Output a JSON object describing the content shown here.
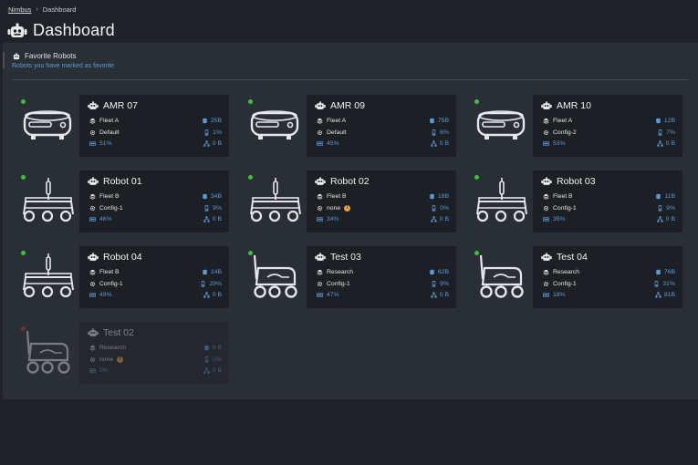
{
  "breadcrumb": {
    "root": "Nimbus",
    "sep": "›",
    "current": "Dashboard"
  },
  "header": {
    "title": "Dashboard",
    "icon": "robot-icon"
  },
  "section": {
    "title": "Favorite Robots",
    "subtitle": "Robots you have marked as favorite"
  },
  "colors": {
    "accent": "#5b9bd5",
    "online": "#3fbf3f",
    "offline": "#c0452b",
    "warning": "#e8a33a"
  },
  "robots": [
    {
      "name": "AMR 07",
      "type": "amr",
      "online": true,
      "fleet": "Fleet A",
      "config": "Default",
      "warn": false,
      "progress": "51%",
      "storage": "25B",
      "battery": "1%",
      "network": "0 B"
    },
    {
      "name": "AMR 09",
      "type": "amr",
      "online": true,
      "fleet": "Fleet A",
      "config": "Default",
      "warn": false,
      "progress": "45%",
      "storage": "75B",
      "battery": "6%",
      "network": "0 B"
    },
    {
      "name": "AMR 10",
      "type": "amr",
      "online": true,
      "fleet": "Fleet A",
      "config": "Config-2",
      "warn": false,
      "progress": "53%",
      "storage": "12B",
      "battery": "7%",
      "network": "0 B"
    },
    {
      "name": "Robot 01",
      "type": "arm",
      "online": true,
      "fleet": "Fleet B",
      "config": "Config-1",
      "warn": false,
      "progress": "46%",
      "storage": "34B",
      "battery": "9%",
      "network": "0 B"
    },
    {
      "name": "Robot 02",
      "type": "arm",
      "online": true,
      "fleet": "Fleet B",
      "config": "none",
      "warn": true,
      "progress": "34%",
      "storage": "18B",
      "battery": "0%",
      "network": "0 B"
    },
    {
      "name": "Robot 03",
      "type": "arm",
      "online": true,
      "fleet": "Fleet B",
      "config": "Config-1",
      "warn": false,
      "progress": "35%",
      "storage": "11B",
      "battery": "9%",
      "network": "0 B"
    },
    {
      "name": "Robot 04",
      "type": "arm",
      "online": true,
      "fleet": "Fleet B",
      "config": "Config-1",
      "warn": false,
      "progress": "49%",
      "storage": "14B",
      "battery": "29%",
      "network": "0 B"
    },
    {
      "name": "Test 03",
      "type": "cart",
      "online": true,
      "fleet": "Research",
      "config": "Config-1",
      "warn": false,
      "progress": "47%",
      "storage": "62B",
      "battery": "9%",
      "network": "0 B"
    },
    {
      "name": "Test 04",
      "type": "cart",
      "online": true,
      "fleet": "Research",
      "config": "Config-1",
      "warn": false,
      "progress": "18%",
      "storage": "76B",
      "battery": "31%",
      "network": "81B"
    },
    {
      "name": "Test 02",
      "type": "cart",
      "online": false,
      "fleet": "Research",
      "config": "none",
      "warn": true,
      "progress": "0%",
      "storage": "0 B",
      "battery": "0%",
      "network": "0 B"
    }
  ]
}
